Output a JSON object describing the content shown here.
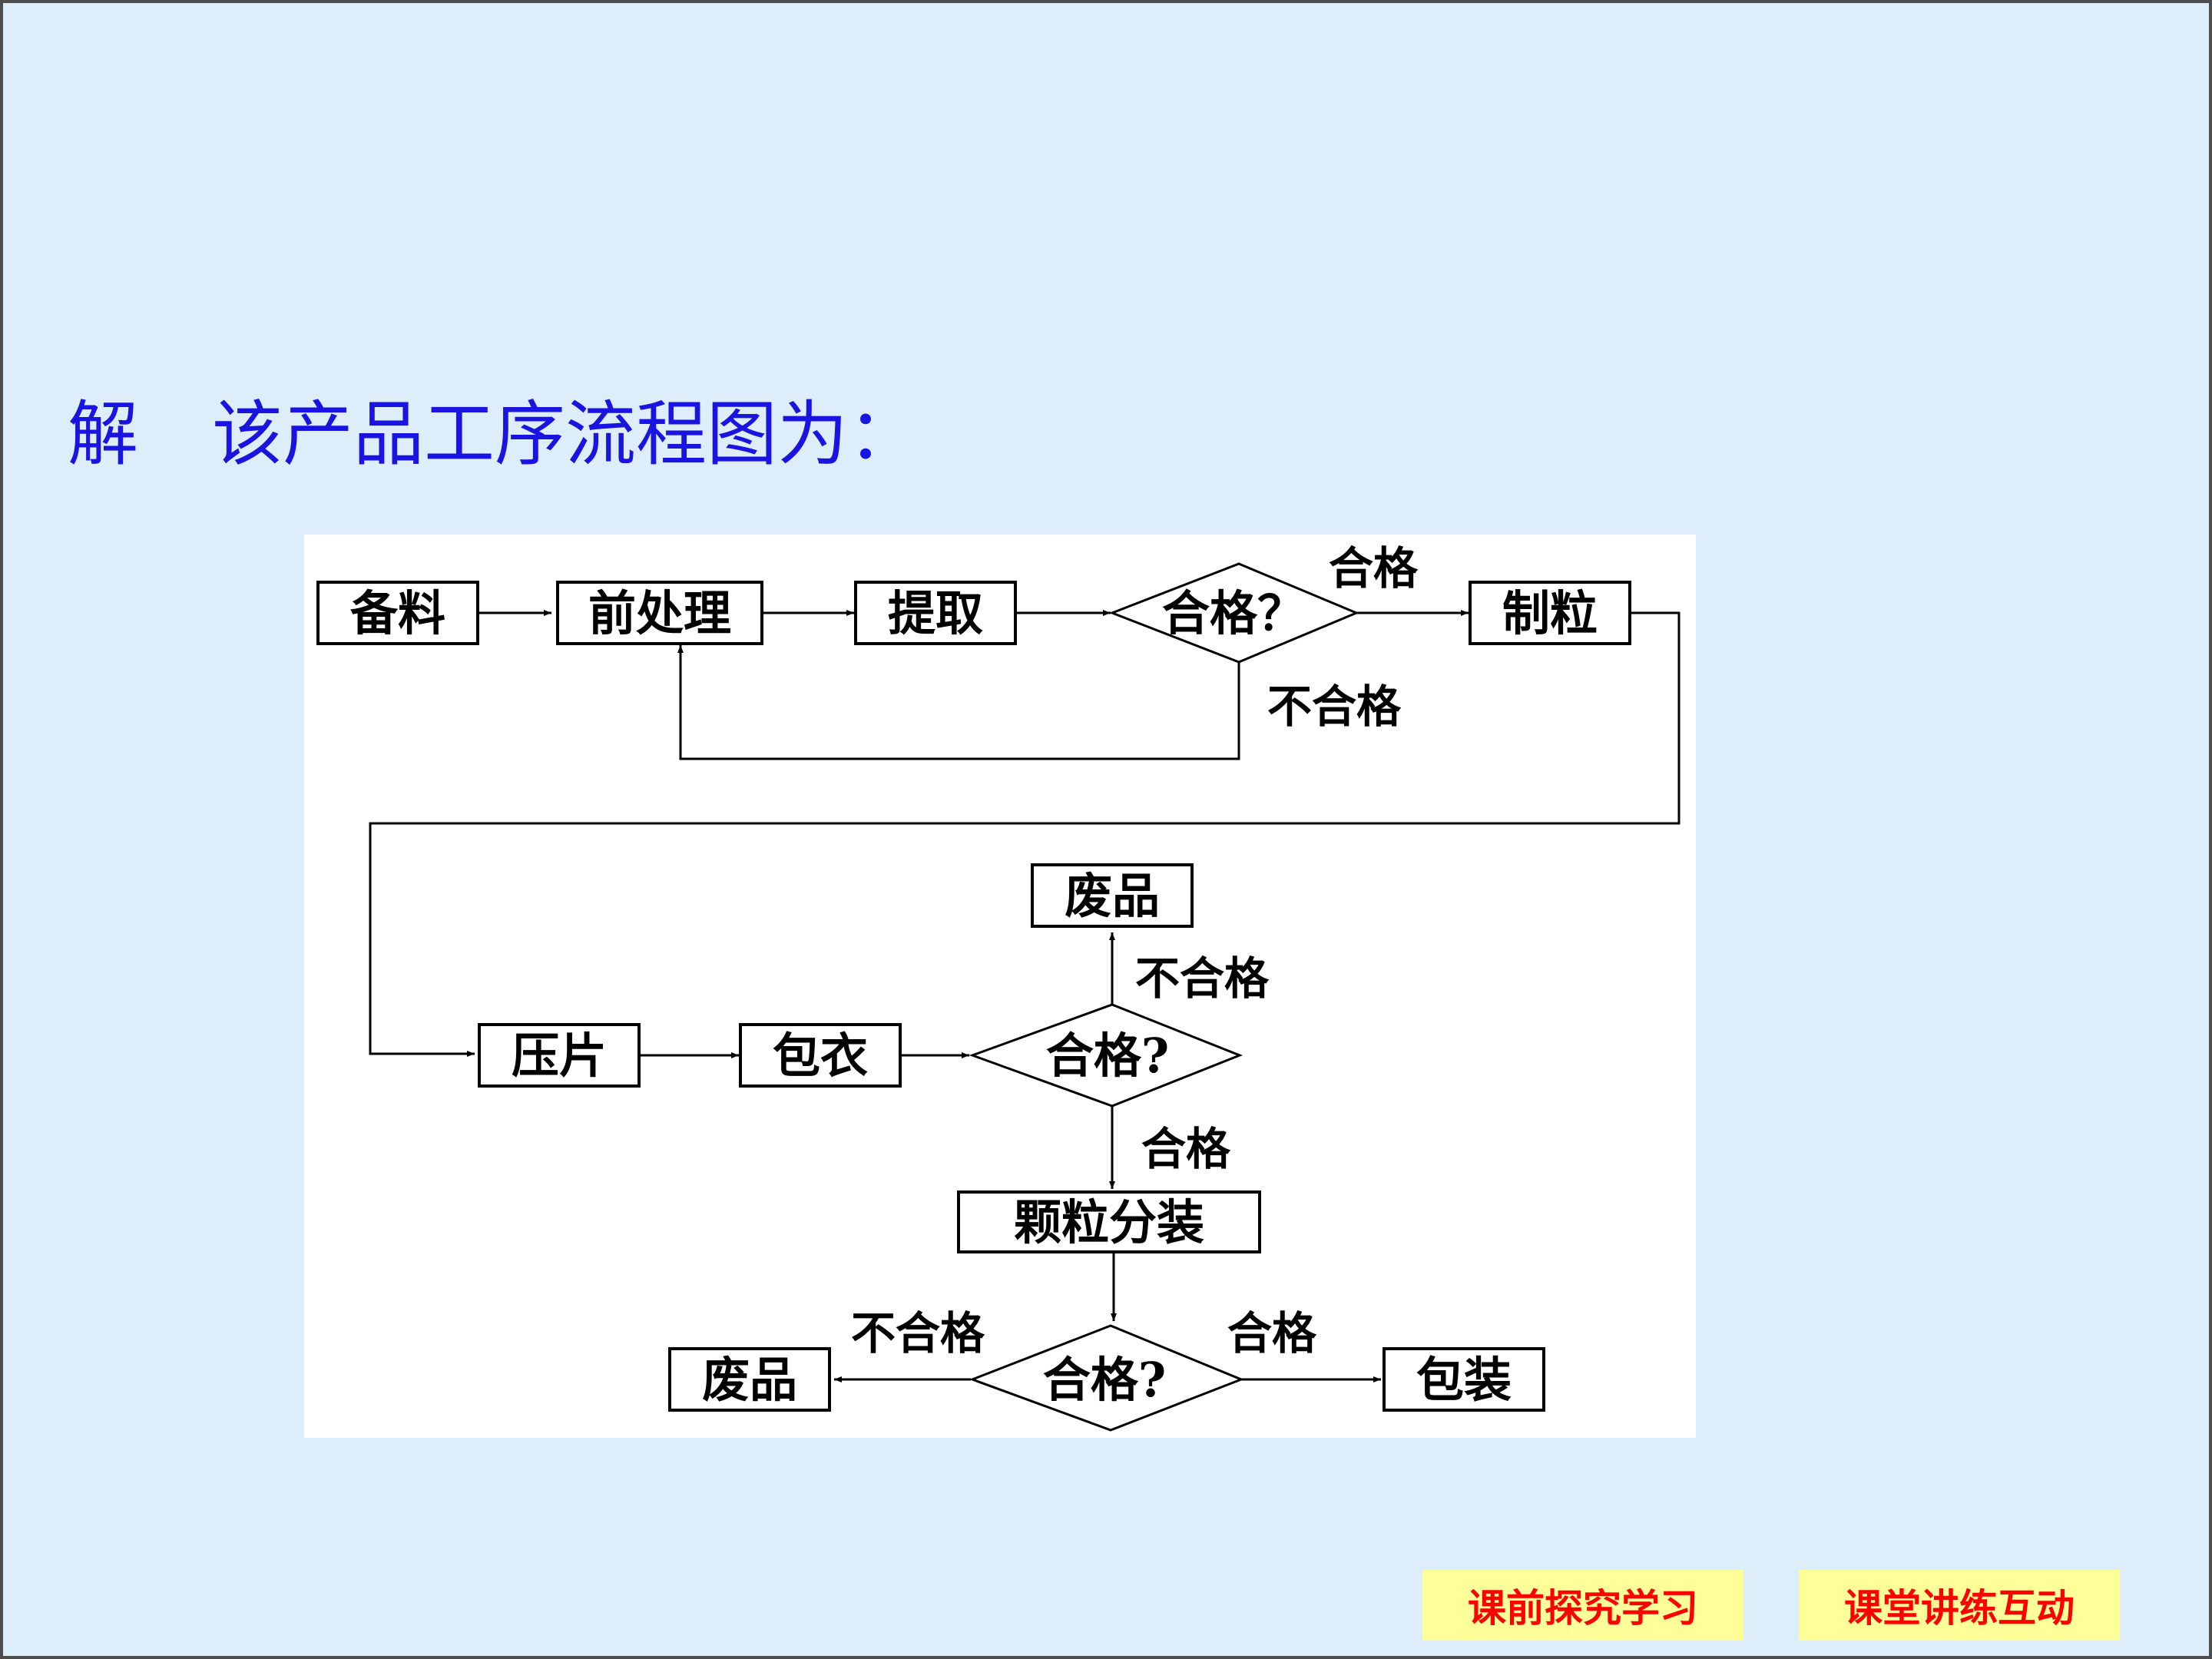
{
  "heading": {
    "label": "解",
    "text": "该产品工序流程图为："
  },
  "flowchart": {
    "nodes": {
      "beiliao": "备料",
      "qianchuli": "前处理",
      "tiqu": "提取",
      "check1": "合格？",
      "zhili": "制粒",
      "yapian": "压片",
      "baoyi": "包衣",
      "check2": "合格?",
      "feipin1": "废品",
      "keli": "颗粒分装",
      "check3": "合格?",
      "feipin2": "废品",
      "baozhuang": "包装"
    },
    "edge_labels": {
      "check1_pass": "合格",
      "check1_fail": "不合格",
      "check2_fail": "不合格",
      "check2_pass": "合格",
      "check3_fail": "不合格",
      "check3_pass": "合格"
    }
  },
  "nav": {
    "prev_label": "课前探究学习",
    "next_label": "课堂讲练互动"
  },
  "colors": {
    "background": "#ddeefa",
    "heading": "#1a14e0",
    "nav_bg": "#ffff99",
    "nav_text": "#ff0000"
  }
}
